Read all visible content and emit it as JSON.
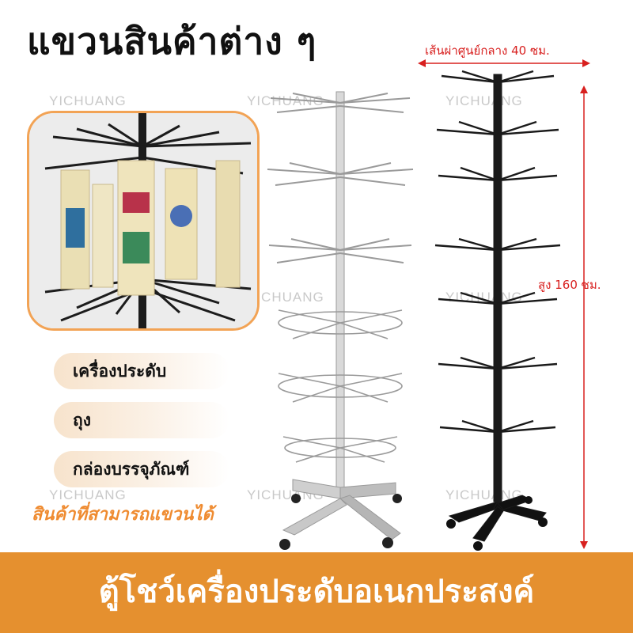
{
  "headline": "แขวนสินค้าต่าง ๆ",
  "watermark": "YICHUANG",
  "dimensions": {
    "width_label": "เส้นผ่าศูนย์กลาง 40 ซม.",
    "height_label": "สูง 160 ซม."
  },
  "product_types": [
    {
      "label": "เครื่องประดับ"
    },
    {
      "label": "ถุง"
    },
    {
      "label": "กล่องบรรจุภัณฑ์"
    }
  ],
  "caption": "สินค้าที่สามารถแขวนได้",
  "banner": "ตู้โชว์เครื่องประดับอเนกประสงค์",
  "colors": {
    "accent_orange": "#e5902f",
    "frame_orange": "#f2a355",
    "dimension_red": "#d8201f",
    "silver_stand": "#9a9a9a",
    "black_stand": "#1a1a1a"
  }
}
